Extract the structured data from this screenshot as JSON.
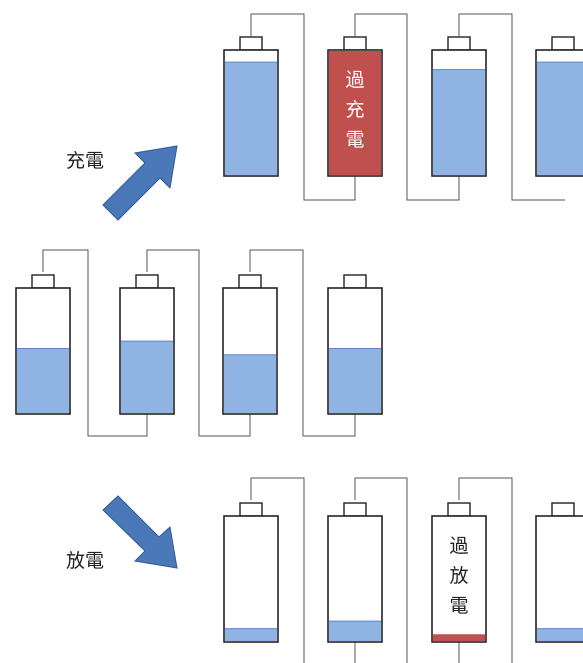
{
  "colors": {
    "liquid": "#8fb4e3",
    "liquid_edge": "#5a86c4",
    "fault": "#c0504d",
    "arrow": "#4a78b8",
    "arrow_edge": "#2f5a94",
    "outline": "#222222"
  },
  "labels": {
    "charge": "充電",
    "discharge": "放電"
  },
  "groups": {
    "middle": {
      "levels": [
        0.52,
        0.58,
        0.47,
        0.52
      ]
    },
    "charge": {
      "levels": [
        0.91,
        1.0,
        0.85,
        0.91
      ],
      "fault_index": 1,
      "fault_text": [
        "過",
        "充",
        "電"
      ]
    },
    "discharge": {
      "levels": [
        0.1,
        0.16,
        0.05,
        0.1
      ],
      "fault_index": 2,
      "fault_text": [
        "過",
        "放",
        "電"
      ]
    }
  }
}
